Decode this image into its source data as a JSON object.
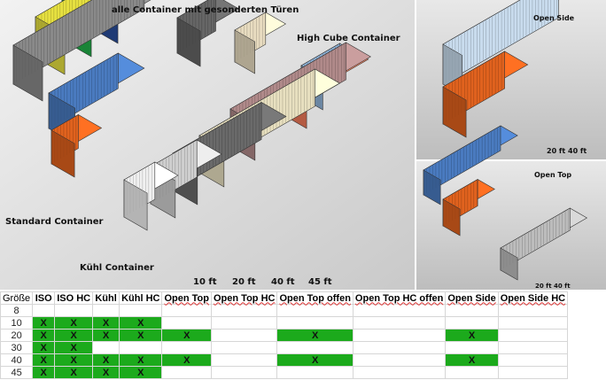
{
  "illustration": {
    "title": "alle Container mit gesonderten Türen",
    "high_cube": "High Cube Container",
    "standard": "Standard Container",
    "kuehl": "Kühl Container",
    "sizes": [
      "10 ft",
      "20 ft",
      "40 ft",
      "45 ft"
    ],
    "open_side": {
      "title": "Open Side",
      "sizes": "20 ft 40 ft"
    },
    "open_top": {
      "title": "Open Top",
      "sizes": "20 ft 40 ft"
    }
  },
  "table": {
    "headers": [
      "Größe",
      "ISO",
      "ISO HC",
      "Kühl",
      "Kühl HC",
      "Open Top",
      "Open Top HC",
      "Open Top offen",
      "Open Top HC offen",
      "Open Side",
      "Open Side HC"
    ],
    "rows": [
      {
        "size": "8",
        "cells": [
          "",
          "",
          "",
          "",
          "",
          "",
          "",
          "",
          "",
          ""
        ]
      },
      {
        "size": "10",
        "cells": [
          "X",
          "X",
          "X",
          "X",
          "",
          "",
          "",
          "",
          "",
          ""
        ]
      },
      {
        "size": "20",
        "cells": [
          "X",
          "X",
          "X",
          "X",
          "X",
          "",
          "X",
          "",
          "X",
          ""
        ]
      },
      {
        "size": "30",
        "cells": [
          "X",
          "X",
          "",
          "",
          "",
          "",
          "",
          "",
          "",
          ""
        ]
      },
      {
        "size": "40",
        "cells": [
          "X",
          "X",
          "X",
          "X",
          "X",
          "",
          "X",
          "",
          "X",
          ""
        ]
      },
      {
        "size": "45",
        "cells": [
          "X",
          "X",
          "X",
          "X",
          "",
          "",
          "",
          "",
          "",
          ""
        ]
      }
    ],
    "fill_color": "#1caa1c"
  }
}
